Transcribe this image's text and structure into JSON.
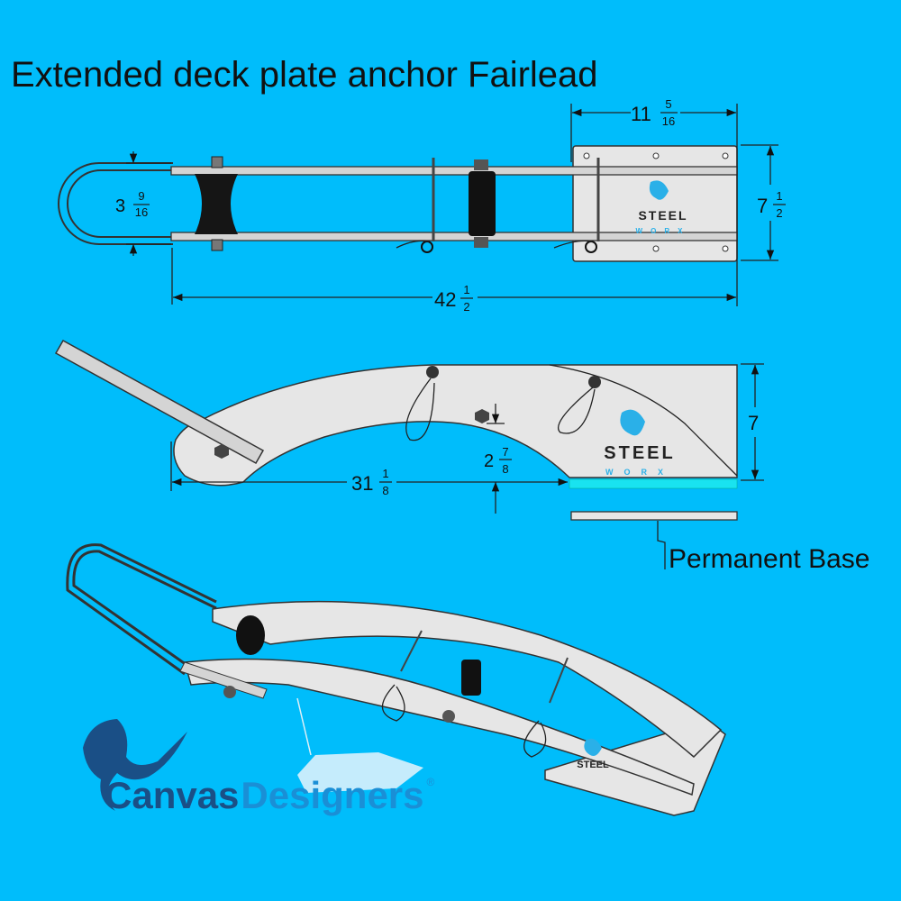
{
  "title": "Extended deck plate anchor Fairlead",
  "brand": {
    "line1": "STEEL",
    "line2": "WORX"
  },
  "watermark": {
    "name_part1": "Canvas",
    "name_part2": "Designers",
    "registered": "®"
  },
  "top_view": {
    "width_dim": {
      "whole": "3",
      "num": "9",
      "den": "16"
    },
    "plate_length_dim": {
      "whole": "11",
      "num": "5",
      "den": "16"
    },
    "plate_width_dim": {
      "whole": "7",
      "num": "1",
      "den": "2"
    },
    "overall_length_dim": {
      "whole": "42",
      "num": "1",
      "den": "2"
    }
  },
  "side_view": {
    "height_dim": {
      "whole": "7"
    },
    "length_dim": {
      "whole": "31",
      "num": "1",
      "den": "8"
    },
    "arch_dim": {
      "whole": "2",
      "num": "7",
      "den": "8"
    },
    "base_label": "Permanent Base"
  },
  "colors": {
    "background": "#00bdfb",
    "base_highlight": "#19e3f0",
    "logo_blue": "#1a8fd6",
    "logo_dark": "#1a4f86"
  }
}
